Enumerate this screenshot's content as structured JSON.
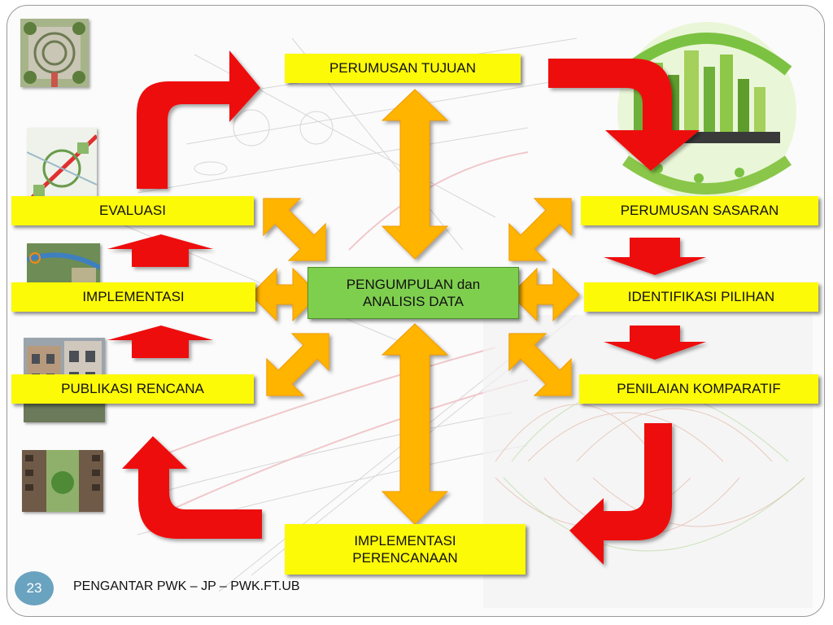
{
  "diagram": {
    "center": {
      "line1": "PENGUMPULAN dan",
      "line2": "ANALISIS DATA"
    },
    "nodes": {
      "perumusan_tujuan": "PERUMUSAN TUJUAN",
      "perumusan_sasaran": "PERUMUSAN SASARAN",
      "identifikasi_pilihan": "IDENTIFIKASI PILIHAN",
      "penilaian_komparatif": "PENILAIAN KOMPARATIF",
      "implementasi_perencanaan": {
        "line1": "IMPLEMENTASI",
        "line2": "PERENCANAAN"
      },
      "publikasi_rencana": "PUBLIKASI RENCANA",
      "implementasi": "IMPLEMENTASI",
      "evaluasi": "EVALUASI"
    },
    "colors": {
      "node": "#fdfa07",
      "center": "#7fcf4f",
      "red_arrow": "#ee1111",
      "orange_arrow": "#ffb400"
    }
  },
  "footer": {
    "slide_number": "23",
    "text": "PENGANTAR PWK – JP – PWK.FT.UB"
  }
}
